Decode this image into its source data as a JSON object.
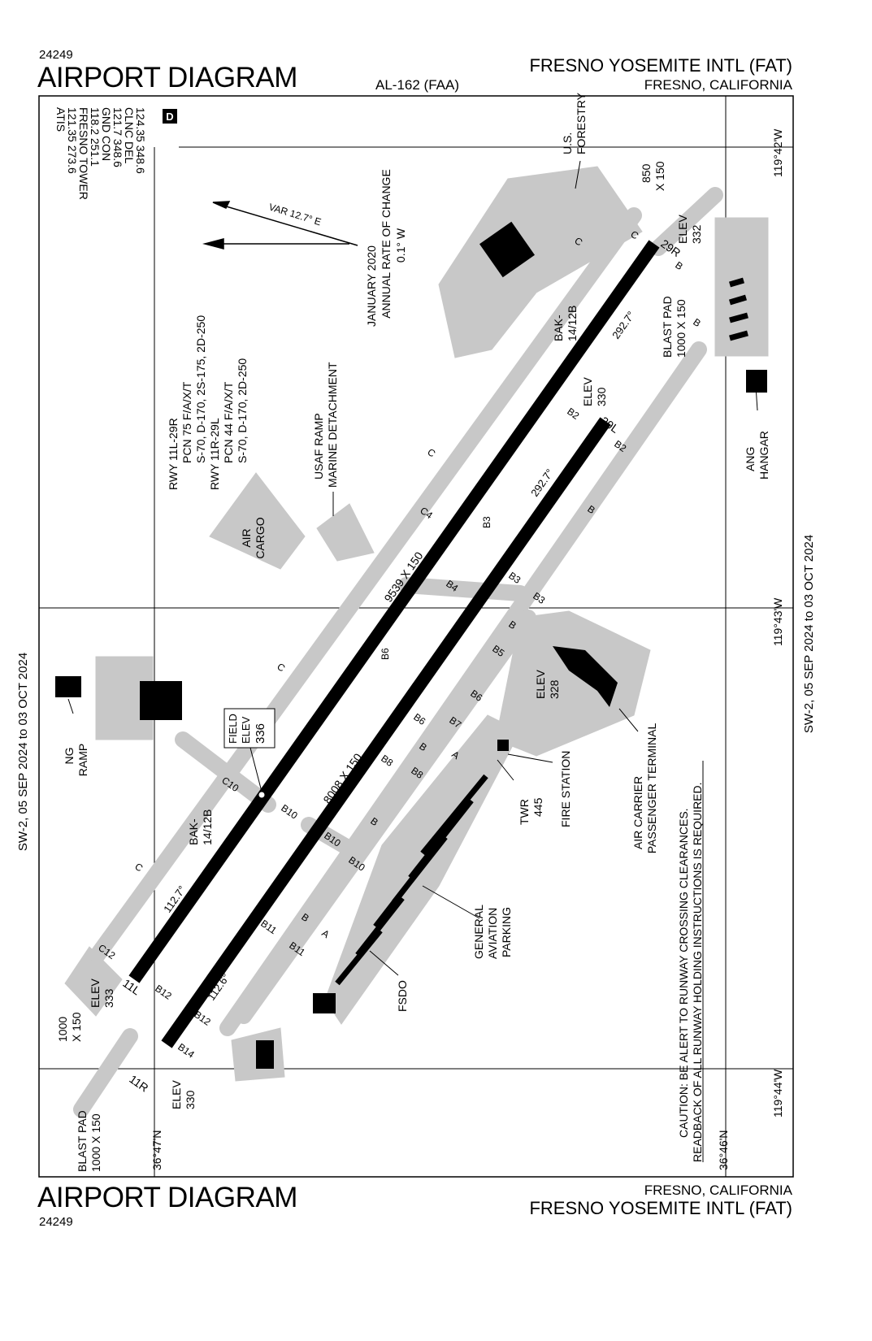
{
  "header": {
    "number": "24249",
    "title": "AIRPORT DIAGRAM",
    "procedure_id": "AL-162 (FAA)",
    "airport_name": "FRESNO YOSEMITE INTL (FAT)",
    "city_state": "FRESNO, CALIFORNIA"
  },
  "footer": {
    "number": "24249",
    "title": "AIRPORT DIAGRAM",
    "city_state": "FRESNO, CALIFORNIA",
    "airport_name": "FRESNO YOSEMITE INTL (FAT)"
  },
  "cycle": "SW-2, 05 SEP 2024 to 03 OCT 2024",
  "comms": {
    "atis": "ATIS",
    "atis_freq": "121.35  273.6",
    "tower": "FRESNO TOWER",
    "tower_freq": "118.2  251.1",
    "gnd": "GND CON",
    "gnd_freq": "121.7  348.6",
    "clnc": "CLNC DEL",
    "clnc_freq": "124.35  348.6",
    "badge": "D"
  },
  "variation": {
    "var": "VAR 12.7° E",
    "date": "JANUARY 2020",
    "annual": "ANNUAL RATE OF CHANGE",
    "rate": "0.1° W"
  },
  "runway_info": {
    "r1": "RWY 11L-29R",
    "r1_pcn": "PCN 75 F/A/X/T",
    "r1_weights": "S-70, D-170, 2S-175, 2D-250",
    "r2": "RWY 11R-29L",
    "r2_pcn": "PCN 44 F/A/X/T",
    "r2_weights": "S-70, D-170, 2D-250"
  },
  "coords": {
    "lon42": "119°42'W",
    "lon43": "119°43'W",
    "lon44": "119°44'W",
    "lat47": "36°47'N",
    "lat46": "36°46'N"
  },
  "labels": {
    "usfs1": "U.S.",
    "usfs2": "FORESTRY",
    "dim850": "850",
    "dim150": "X 150",
    "elev_29r1": "ELEV",
    "elev_29r2": "332",
    "blast_top1": "BLAST PAD",
    "blast_top2": "1000 X 150",
    "bak_top1": "BAK-",
    "bak_top2": "14/12B",
    "elev_29l1": "ELEV",
    "elev_29l2": "330",
    "ang1": "ANG",
    "ang2": "HANGAR",
    "usaf1": "USAF RAMP",
    "usaf2": "MARINE DETACHMENT",
    "cargo1": "AIR",
    "cargo2": "CARGO",
    "ng1": "NG",
    "ng2": "RAMP",
    "field1": "FIELD",
    "field2": "ELEV",
    "field3": "336",
    "bak_bot1": "BAK-",
    "bak_bot2": "14/12B",
    "elev_11l1": "ELEV",
    "elev_11l2": "333",
    "dim1000": "1000",
    "dim1000b": "X 150",
    "blast_bot1": "BLAST PAD",
    "blast_bot2": "1000 X 150",
    "elev_11r1": "ELEV",
    "elev_11r2": "330",
    "elev_term1": "ELEV",
    "elev_term2": "328",
    "terminal1": "AIR CARRIER",
    "terminal2": "PASSENGER TERMINAL",
    "twr1": "TWR",
    "twr2": "445",
    "fire": "FIRE STATION",
    "ga1": "GENERAL",
    "ga2": "AVIATION",
    "ga3": "PARKING",
    "fsdo": "FSDO",
    "caution1": "CAUTION: BE ALERT TO RUNWAY CROSSING CLEARANCES.",
    "caution2": "READBACK OF ALL RUNWAY HOLDING INSTRUCTIONS IS REQUIRED."
  },
  "runways": {
    "r29r": "29R",
    "r11l": "11L",
    "r29l": "29L",
    "r11r": "11R",
    "dim_long": "9539 X 150",
    "dim_short": "8008 X 150",
    "hdg_29r": "292.7°",
    "hdg_29l": "292.7°",
    "hdg_11l": "112.7°",
    "hdg_11r": "112.6°"
  },
  "taxiways": {
    "c_top": "C",
    "c_mid": "C",
    "c_low": "C",
    "c_left": "C",
    "c_nw": "C",
    "c4": "C4",
    "c10": "C10",
    "c12": "C12",
    "b_ne1": "B",
    "b_ne2": "B",
    "b_ne3": "B",
    "b_mid": "B",
    "b_low1": "B",
    "b_low2": "B",
    "b_low3": "B",
    "b2a": "B2",
    "b2b": "B2",
    "b3a": "B3",
    "b3b": "B3",
    "b3c": "B3",
    "b4": "B4",
    "b5": "B5",
    "b6a": "B6",
    "b6b": "B6",
    "b6c": "B6",
    "b7": "B7",
    "b8a": "B8",
    "b8b": "B8",
    "b10a": "B10",
    "b10b": "B10",
    "b10c": "B10",
    "b11a": "B11",
    "b11b": "B11",
    "b12a": "B12",
    "b12b": "B12",
    "b14": "B14",
    "a1": "A",
    "a2": "A"
  }
}
